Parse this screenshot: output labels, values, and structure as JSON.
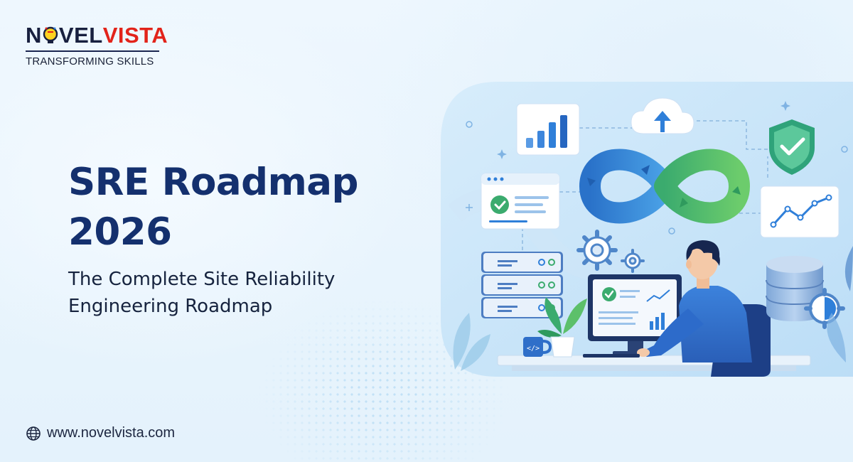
{
  "logo": {
    "brand_part1": "N",
    "brand_part2": "VEL",
    "brand_part3": "VISTA",
    "tagline": "TRANSFORMING SKILLS"
  },
  "headline": {
    "line1": "SRE Roadmap",
    "line2": "2026"
  },
  "subtitle": {
    "line1": "The Complete Site Reliability",
    "line2": "Engineering Roadmap"
  },
  "footer": {
    "website": "www.novelvista.com",
    "icon": "globe-icon"
  },
  "illustration": {
    "code_mug_label": "</>",
    "icons": [
      "bar-chart-icon",
      "cloud-upload-icon",
      "shield-check-icon",
      "infinity-loop-icon",
      "line-chart-icon",
      "checklist-window-icon",
      "server-rack-icon",
      "gear-icon",
      "database-icon",
      "engineer-figure",
      "monitor",
      "plant",
      "mug"
    ]
  },
  "colors": {
    "title": "#14306e",
    "brand_dark": "#18203f",
    "brand_red": "#e2231a",
    "accent_blue": "#2f7fd9",
    "accent_green": "#5cc06a",
    "background": "#eaf5fd"
  }
}
